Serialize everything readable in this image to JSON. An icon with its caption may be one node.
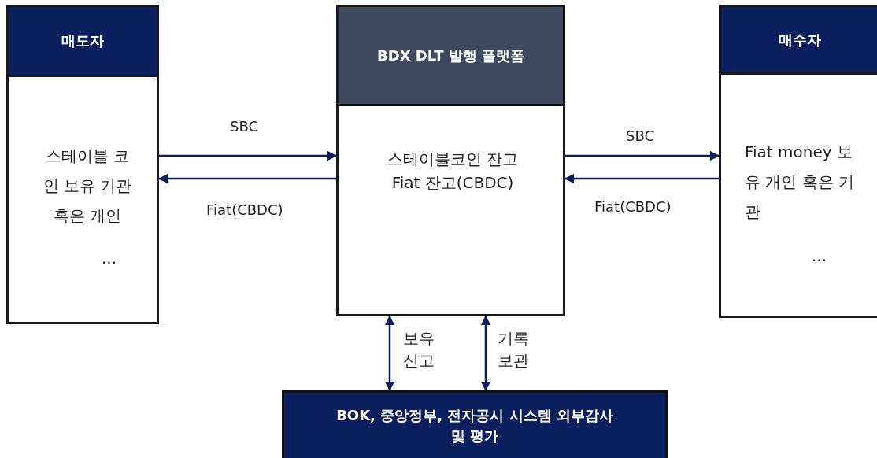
{
  "diagram": {
    "nodes": [
      {
        "text": [
          "매도자",
          "스테이블 코 인 보유 기관 혹은 개인",
          "..."
        ]
      },
      {
        "text": [
          "BDX DLT 발행 플랫폼",
          "스테이블코인 잔고 Fiat 잔고(CBDC)"
        ]
      },
      {
        "text": [
          "매수자",
          "Fiat money 보유 개인 혹은 기관",
          "..."
        ]
      },
      {
        "text": [
          "BOK, 중앙정부, 전자공시 시스템 외부감사 및 평가"
        ]
      }
    ],
    "edges": [
      {
        "from": 0,
        "to": 1,
        "arrow": "to",
        "label": "SBC"
      },
      {
        "from": 1,
        "to": 0,
        "arrow": "to",
        "label": "Fiat(CBDC)"
      },
      {
        "from": 1,
        "to": 2,
        "arrow": "to",
        "label": "SBC"
      },
      {
        "from": 2,
        "to": 1,
        "arrow": "to",
        "label": "Fiat(CBDC)"
      },
      {
        "from": 1,
        "to": 3,
        "arrow": "both",
        "label": "보유 신고"
      },
      {
        "from": 1,
        "to": 3,
        "arrow": "both",
        "label": "기록 보관"
      }
    ]
  }
}
